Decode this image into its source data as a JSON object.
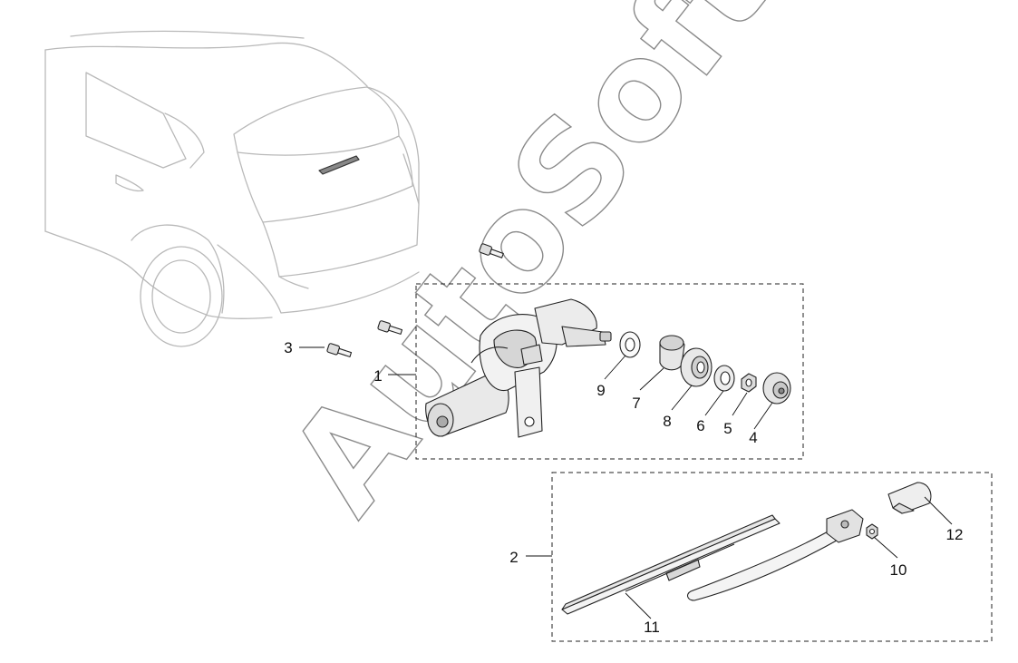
{
  "diagram": {
    "watermark": "AutoSoft",
    "callouts": {
      "c1": "1",
      "c2": "2",
      "c3": "3",
      "c4": "4",
      "c5": "5",
      "c6": "6",
      "c7": "7",
      "c8": "8",
      "c9": "9",
      "c10": "10",
      "c11": "11",
      "c12": "12"
    }
  }
}
